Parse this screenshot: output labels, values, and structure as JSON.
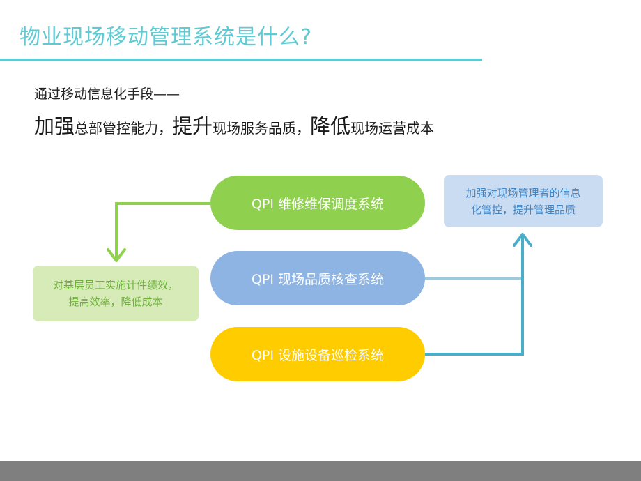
{
  "title": "物业现场移动管理系统是什么?",
  "intro": "通过移动信息化手段——",
  "slogan": {
    "part1_big": "加强",
    "part1_small": "总部管控能力，",
    "part2_big": "提升",
    "part2_small": "现场服务品质，",
    "part3_big": "降低",
    "part3_small": "现场运营成本"
  },
  "systems": [
    {
      "label": "QPI 维修维保调度系统",
      "color": "#8fd14f"
    },
    {
      "label": "QPI 现场品质核查系统",
      "color": "#8eb4e3"
    },
    {
      "label": "QPI 设施设备巡检系统",
      "color": "#ffcc00"
    }
  ],
  "outcomes": {
    "left": {
      "line1": "对基层员工实施计件绩效，",
      "line2": "提高效率，降低成本",
      "color": "#6fb23b"
    },
    "right": {
      "line1": "加强对现场管理者的信息",
      "line2": "化管控，提升管理品质",
      "color": "#3f84c4"
    }
  },
  "colors": {
    "accent": "#5ecad3",
    "green_arrow": "#8fd14f",
    "blue_arrow": "#4aaec8",
    "footer": "#7f7f7f"
  }
}
